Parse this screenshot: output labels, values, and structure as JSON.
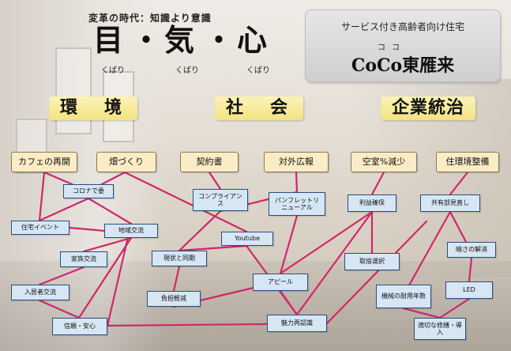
{
  "header": {
    "subtitle": "変革の時代：知識より意識",
    "kanji": [
      "目",
      "・",
      "気",
      "・",
      "心"
    ],
    "ruby": [
      "くばり",
      "くばり",
      "くばり"
    ]
  },
  "brand": {
    "sub": "サービス付き高齢者向け住宅",
    "ruby": "ココ",
    "name": "CoCo東雁来"
  },
  "categories": [
    "環　境",
    "社　会",
    "企業統治"
  ],
  "goals": [
    "カフェの再開",
    "畑づくり",
    "契約書",
    "対外広報",
    "空室%減少",
    "住環境整備"
  ],
  "nodes": {
    "corona": "コロナで委",
    "housing_event": "住宅イベント",
    "community": "地域交流",
    "family": "家族交流",
    "resident": "入居者交流",
    "trust": "信頼・安心",
    "compliance": "コンプライアンス",
    "youtube": "Youtube",
    "current": "現状と同期",
    "burden": "負担軽減",
    "pamphlet": "パンフレットリニューアル",
    "appeal": "アピール",
    "rediscover": "魅力再認識",
    "profit": "利益確保",
    "selection": "取捨選択",
    "shared": "共有部見直し",
    "brightness": "暗さの解消",
    "equipment": "機械の耐用年数",
    "maintenance": "適切な修繕・導入",
    "led": "LED"
  },
  "colors": {
    "link": "#d0276b",
    "node_border": "#2a4f7a",
    "node_fill": "#d6e6f5",
    "goal_fill": "#fbecc6",
    "category_fill": "#f2e37f"
  }
}
